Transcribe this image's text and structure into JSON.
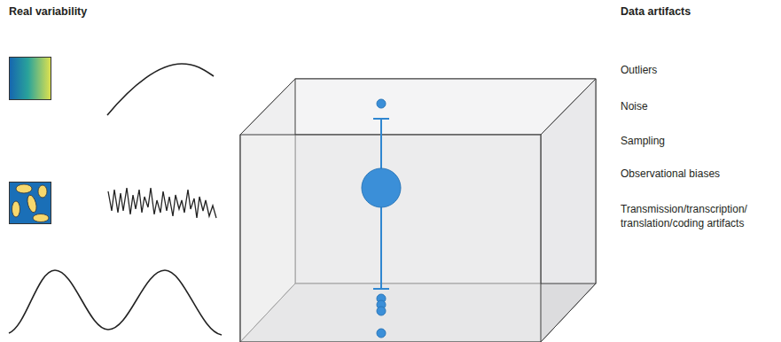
{
  "diagram": {
    "labels": [
      "Real variability",
      "Data artifacts",
      "Outliers",
      "Noise",
      "Sampling",
      "Observational biases",
      "Transmission/transcription/ translation/coding artifacts"
    ]
  }
}
